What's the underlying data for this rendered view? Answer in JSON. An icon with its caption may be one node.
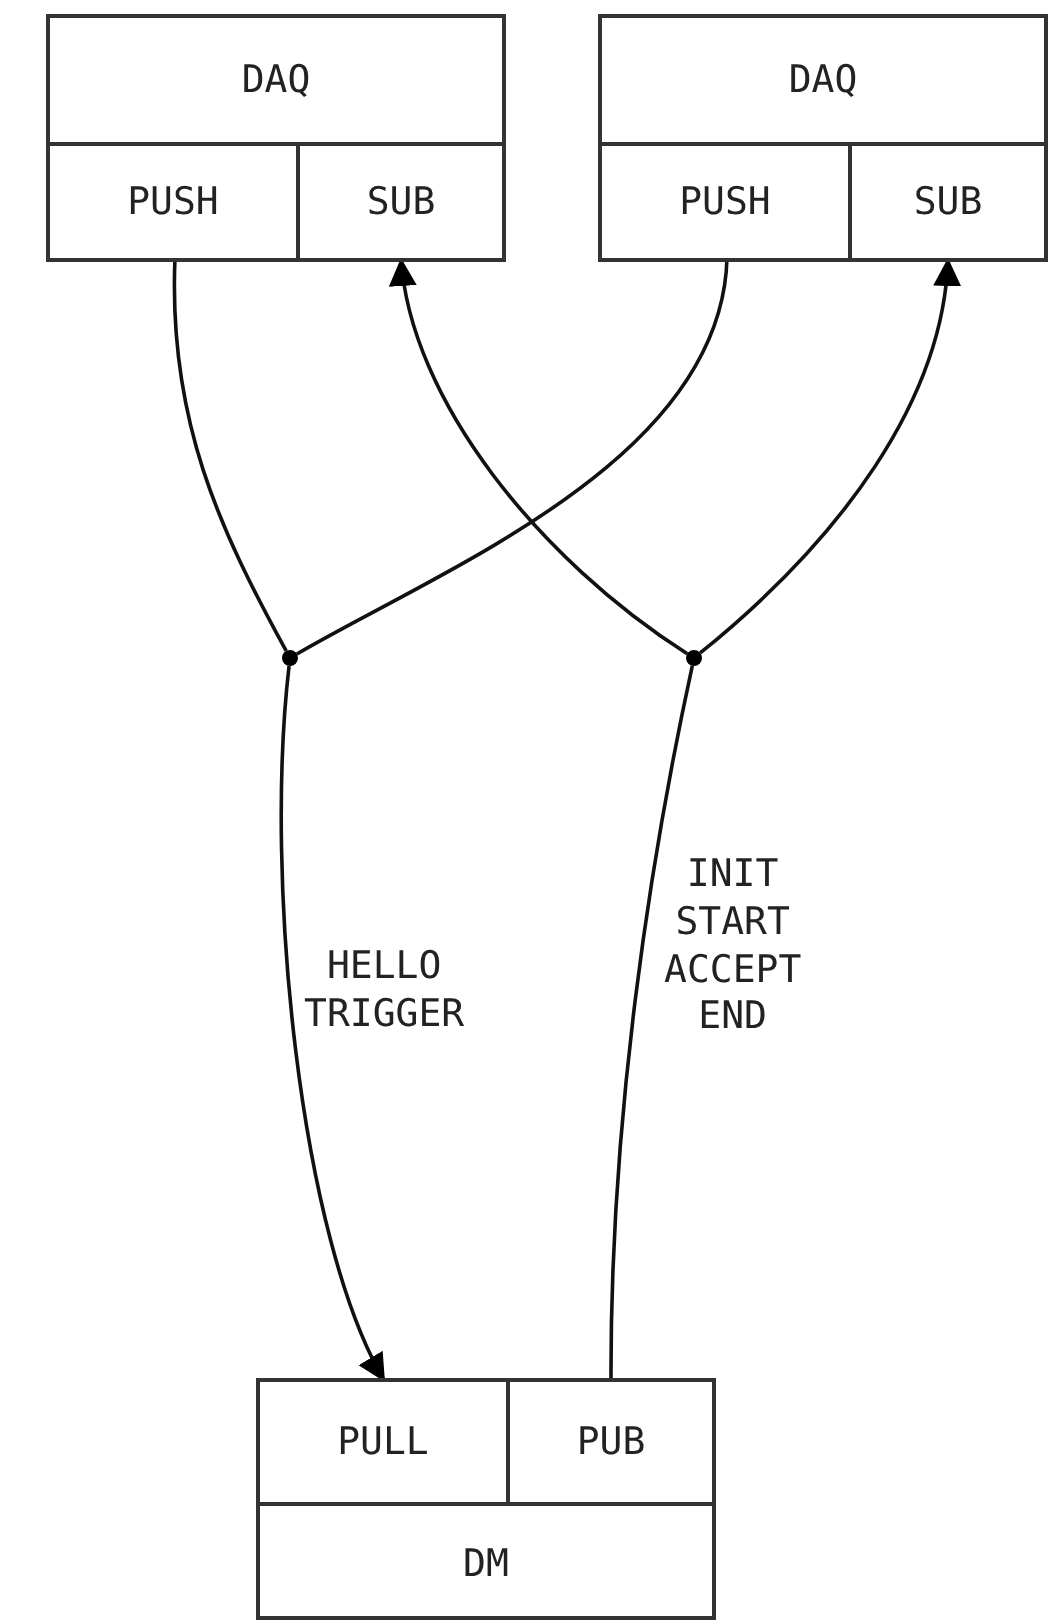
{
  "diagram": {
    "nodes": [
      {
        "text": [
          "DAQ"
        ]
      },
      {
        "text": [
          "PUSH"
        ],
        "in": 0
      },
      {
        "text": [
          "SUB"
        ],
        "in": 0
      },
      {
        "text": [
          "DAQ"
        ]
      },
      {
        "text": [
          "PUSH"
        ],
        "in": 3
      },
      {
        "text": [
          "SUB"
        ],
        "in": 3
      },
      {
        "text": [],
        "shape": "circle"
      },
      {
        "text": [],
        "shape": "circle"
      },
      {
        "text": [
          "DM"
        ]
      },
      {
        "text": [
          "PULL"
        ],
        "in": 8
      },
      {
        "text": [
          "PUB"
        ],
        "in": 8
      }
    ],
    "edges": [
      {
        "from": 1,
        "to": 6,
        "arrow": "none"
      },
      {
        "from": 4,
        "to": 6,
        "arrow": "none"
      },
      {
        "from": 6,
        "to": 9,
        "arrow": "to",
        "label": "HELLO TRIGGER"
      },
      {
        "from": 10,
        "to": 7,
        "arrow": "none",
        "label": "INIT START ACCEPT END"
      },
      {
        "from": 7,
        "to": 2,
        "arrow": "to"
      },
      {
        "from": 7,
        "to": 5,
        "arrow": "to"
      }
    ]
  }
}
